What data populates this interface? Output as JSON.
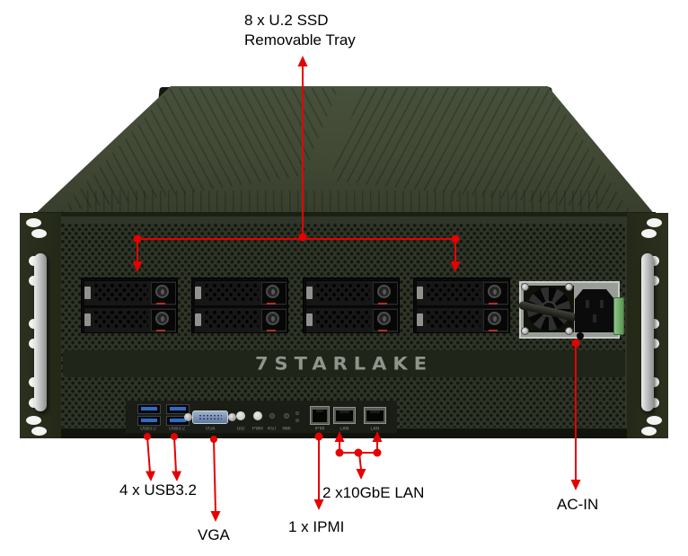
{
  "colors": {
    "annotation": "#e60000",
    "chassis_top": "#414935",
    "chassis_front": "#2f3529",
    "logo_text": "#90948c",
    "usb_port_blue": "#2e6bc4",
    "psu_tab_green": "#8ec688"
  },
  "labels": {
    "ssd_line1": "8 x U.2 SSD",
    "ssd_line2": "Removable Tray",
    "usb": "4 x USB3.2",
    "vga": "VGA",
    "ipmi": "1 x IPMI",
    "lan": "2 x10GbE LAN",
    "ac_in": "AC-IN"
  },
  "chassis": {
    "brand": "7STARLAKE",
    "port_labels": {
      "usb_left": "USB3.2",
      "usb_right": "USB3.2",
      "vga": "VGA",
      "uid": "UID",
      "pwr": "PWR",
      "rst": "RST",
      "nmi": "NMI",
      "ipmi": "IPMI",
      "lan1": "LAN",
      "lan2": "LAN"
    }
  }
}
